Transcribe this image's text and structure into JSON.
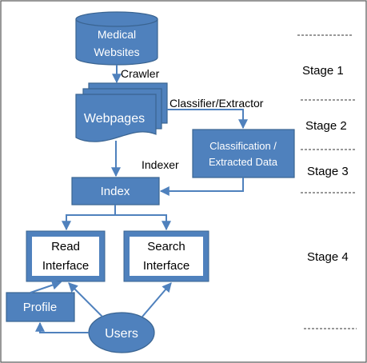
{
  "nodes": {
    "medical_websites": [
      "Medical",
      "Websites"
    ],
    "webpages": "Webpages",
    "classification": [
      "Classification /",
      "Extracted Data"
    ],
    "index": "Index",
    "read_interface": [
      "Read",
      "Interface"
    ],
    "search_interface": [
      "Search",
      "Interface"
    ],
    "profile": "Profile",
    "users": "Users"
  },
  "edges": {
    "crawler": "Crawler",
    "classifier": "Classifier/Extractor",
    "indexer": "Indexer"
  },
  "stages": [
    "Stage 1",
    "Stage 2",
    "Stage 3",
    "Stage 4"
  ],
  "colors": {
    "node_fill": "#4f81bd",
    "node_stroke": "#3a6491",
    "arrow": "#4f81bd",
    "frame": "#555555"
  }
}
